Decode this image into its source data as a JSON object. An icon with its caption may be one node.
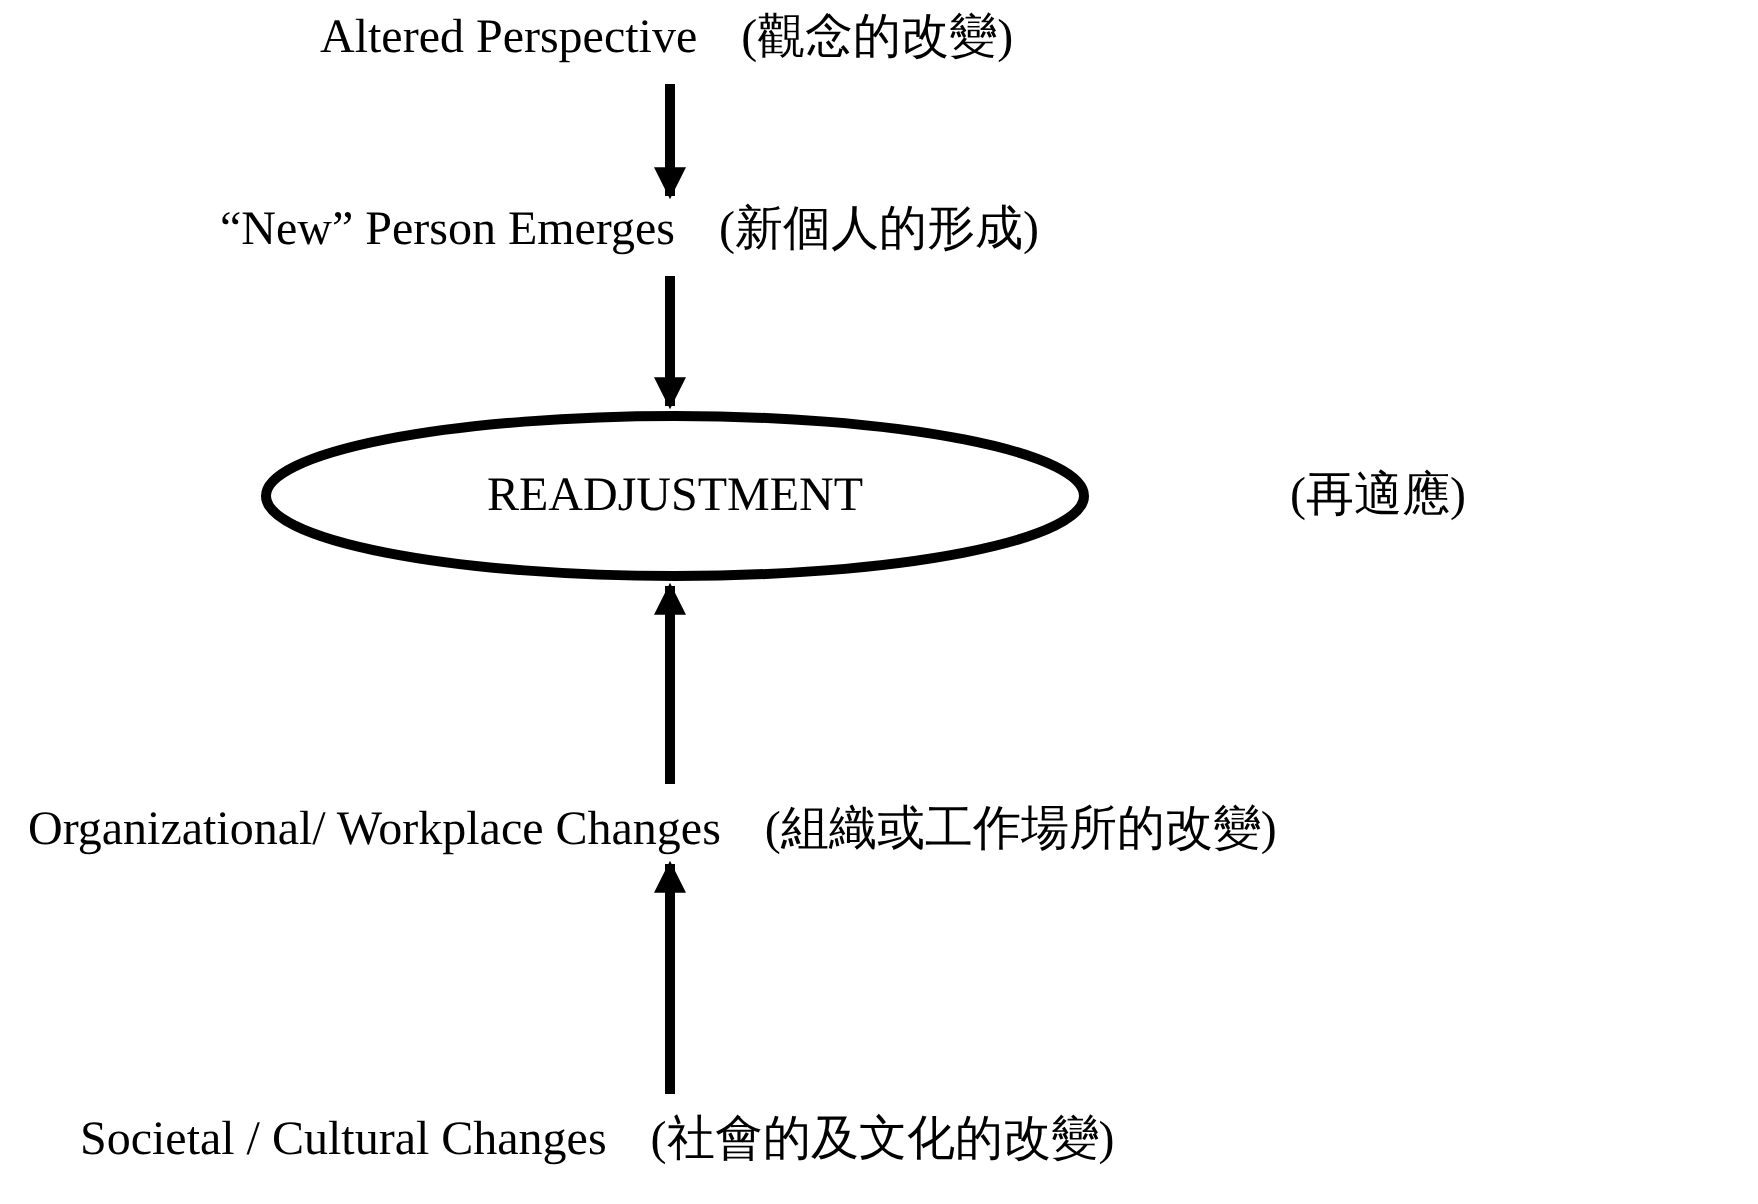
{
  "diagram": {
    "nodes": [
      {
        "text": [
          "Altered Perspective"
        ],
        "beside": [
          "(觀念的改變)"
        ]
      },
      {
        "text": [
          "“New” Person Emerges"
        ],
        "beside": [
          "(新個人的形成)"
        ]
      },
      {
        "text": [
          "READJUSTMENT"
        ]
      },
      {
        "text": [
          "Organizational/ Workplace Changes"
        ],
        "beside": [
          "(組織或工作場所的改變)"
        ]
      },
      {
        "text": [
          "Societal / Cultural Changes"
        ],
        "beside": [
          "(社會的及文化的改變)"
        ]
      }
    ],
    "edges": [
      {
        "from": 0,
        "to": 1,
        "arrow": "to"
      },
      {
        "from": 1,
        "to": 2,
        "arrow": "to"
      },
      {
        "from": 3,
        "to": 2,
        "arrow": "to"
      },
      {
        "from": 4,
        "to": 3,
        "arrow": "to"
      }
    ],
    "labels": [
      "(再適應)"
    ]
  }
}
